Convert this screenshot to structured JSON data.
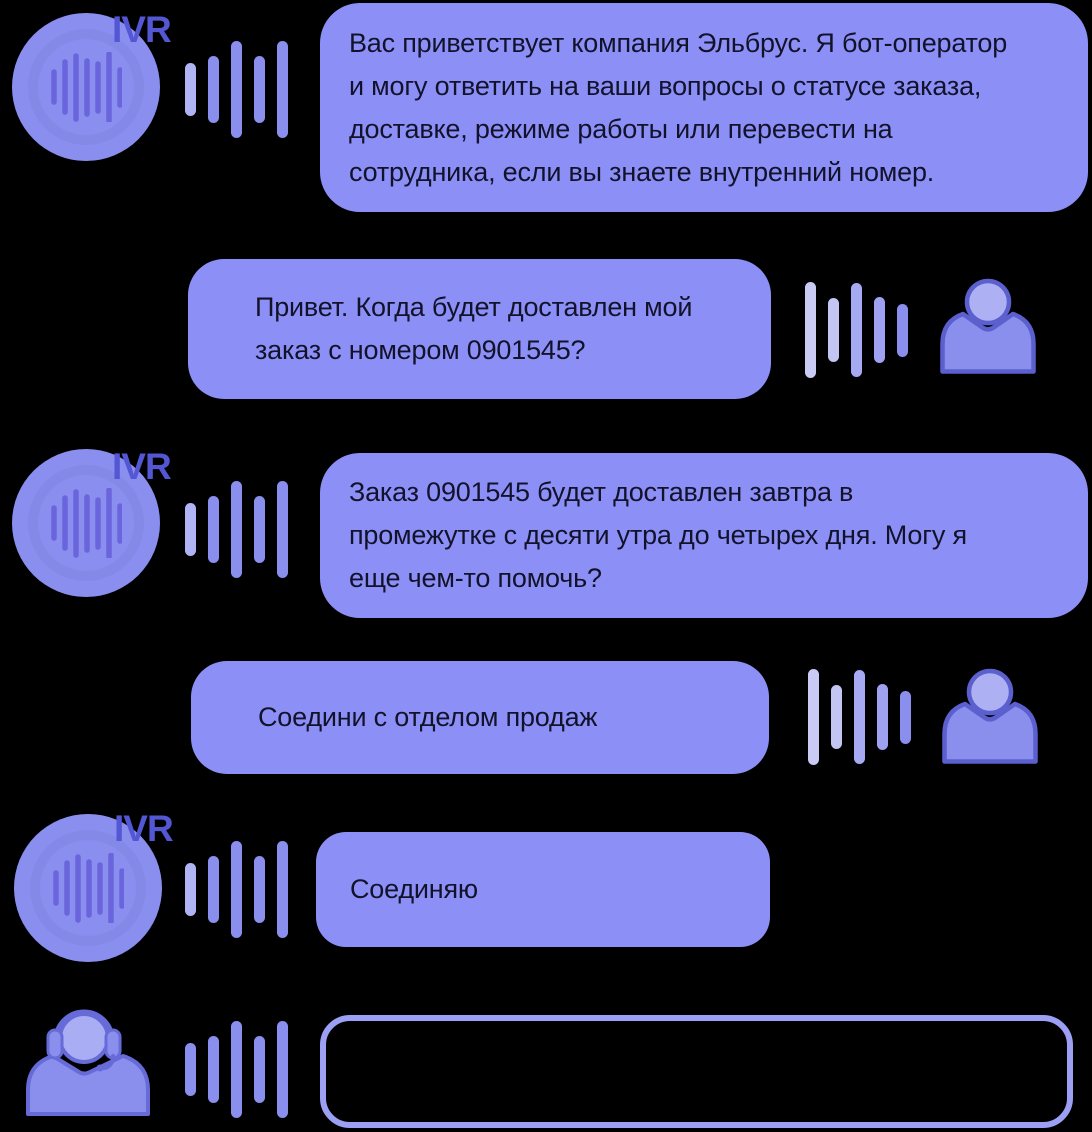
{
  "illustration": {
    "background": "#000000",
    "bot_label": "IVR",
    "colors": {
      "bubble_fill": "#8C90F6",
      "bubble_text": "#12122B",
      "avatar_fill": "#898EEF",
      "waveform_icon": "#6A65DC",
      "ivr_label": "#5357D3",
      "bar_medium": "#8A8FEE",
      "bar_light": "#C9CBF5",
      "avatar_stroke": "#5B60CE",
      "empty_bubble_border": "#9CA0F4"
    },
    "icons": {
      "bot_avatar": "waveform-circle-icon",
      "speech": "sound-wave-icon",
      "user_avatar": "user-icon",
      "operator_avatar": "operator-headset-icon"
    },
    "messages": [
      {
        "speaker": "ivr",
        "text": "Вас приветствует компания Эльбрус. Я бот-оператор\nи могу ответить на ваши вопросы о статусе заказа,\nдоставке, режиме работы или перевести на\nсотрудника, если вы знаете внутренний номер."
      },
      {
        "speaker": "user",
        "text": "Привет. Когда будет доставлен мой\nзаказ с номером 0901545?"
      },
      {
        "speaker": "ivr",
        "text": "Заказ 0901545 будет доставлен завтра в\nпромежутке с десяти утра до четырех дня. Могу я\nеще чем-то помочь?"
      },
      {
        "speaker": "user",
        "text": "Соедини с отделом продаж"
      },
      {
        "speaker": "ivr",
        "text": "Соединяю"
      },
      {
        "speaker": "operator",
        "text": ""
      }
    ]
  }
}
